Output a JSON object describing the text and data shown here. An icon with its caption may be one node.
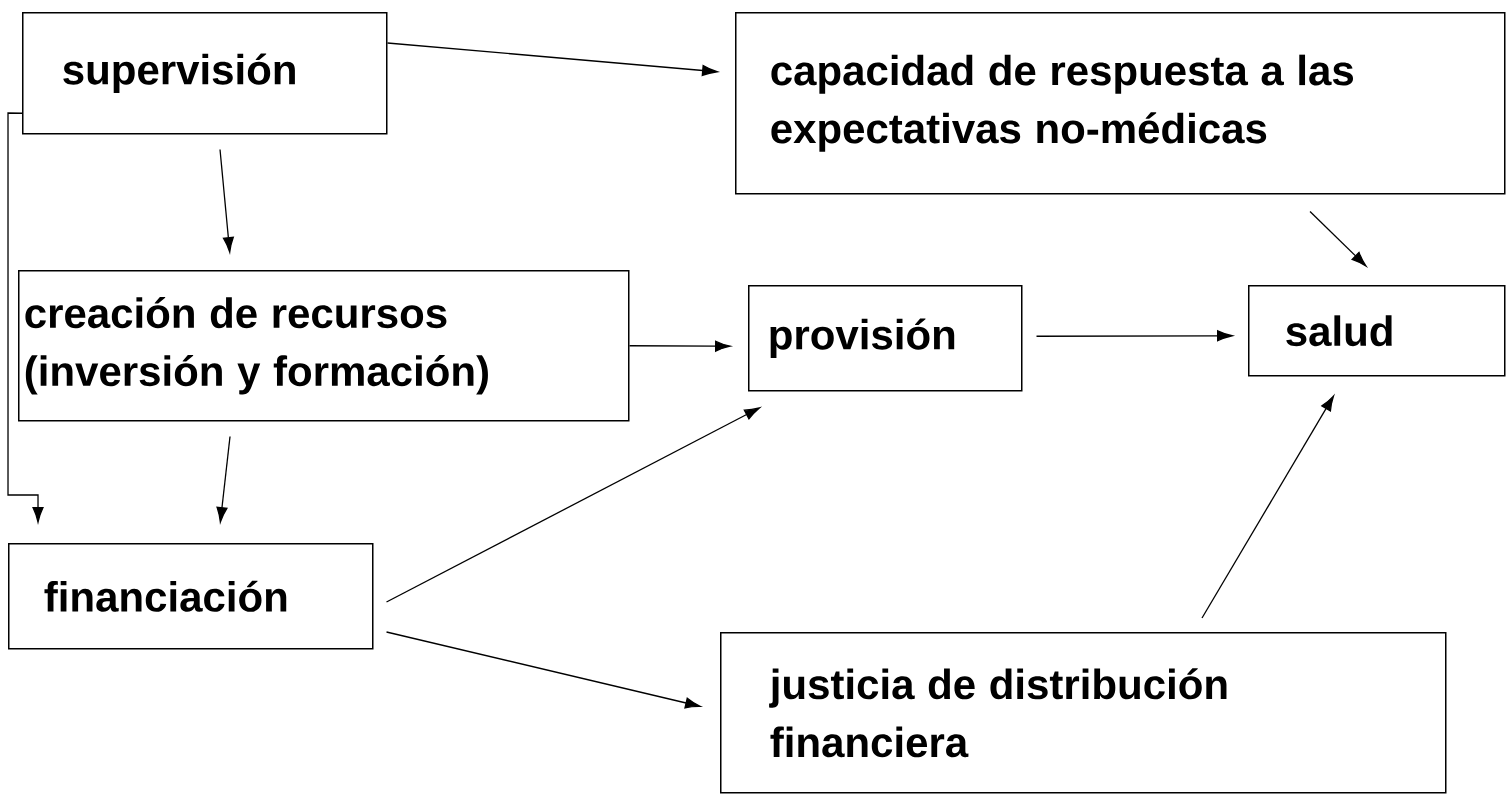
{
  "diagram": {
    "nodes": [
      {
        "text": [
          "supervisión"
        ]
      },
      {
        "text": [
          "capacidad de respuesta a las expectativas no-médicas"
        ]
      },
      {
        "text": [
          "creación de recursos (inversión y formación)"
        ]
      },
      {
        "text": [
          "provisión"
        ]
      },
      {
        "text": [
          "salud"
        ]
      },
      {
        "text": [
          "financiación"
        ]
      },
      {
        "text": [
          "justicia de distribución financiera"
        ]
      }
    ],
    "edges": [
      {
        "from": 0,
        "to": 1,
        "arrow": "to"
      },
      {
        "from": 0,
        "to": 2,
        "arrow": "to"
      },
      {
        "from": 0,
        "to": 5,
        "arrow": "to"
      },
      {
        "from": 2,
        "to": 5,
        "arrow": "to"
      },
      {
        "from": 2,
        "to": 3,
        "arrow": "to"
      },
      {
        "from": 3,
        "to": 4,
        "arrow": "to"
      },
      {
        "from": 1,
        "to": 4,
        "arrow": "to"
      },
      {
        "from": 5,
        "to": 3,
        "arrow": "to"
      },
      {
        "from": 5,
        "to": 6,
        "arrow": "to"
      },
      {
        "from": 6,
        "to": 4,
        "arrow": "to"
      }
    ]
  }
}
